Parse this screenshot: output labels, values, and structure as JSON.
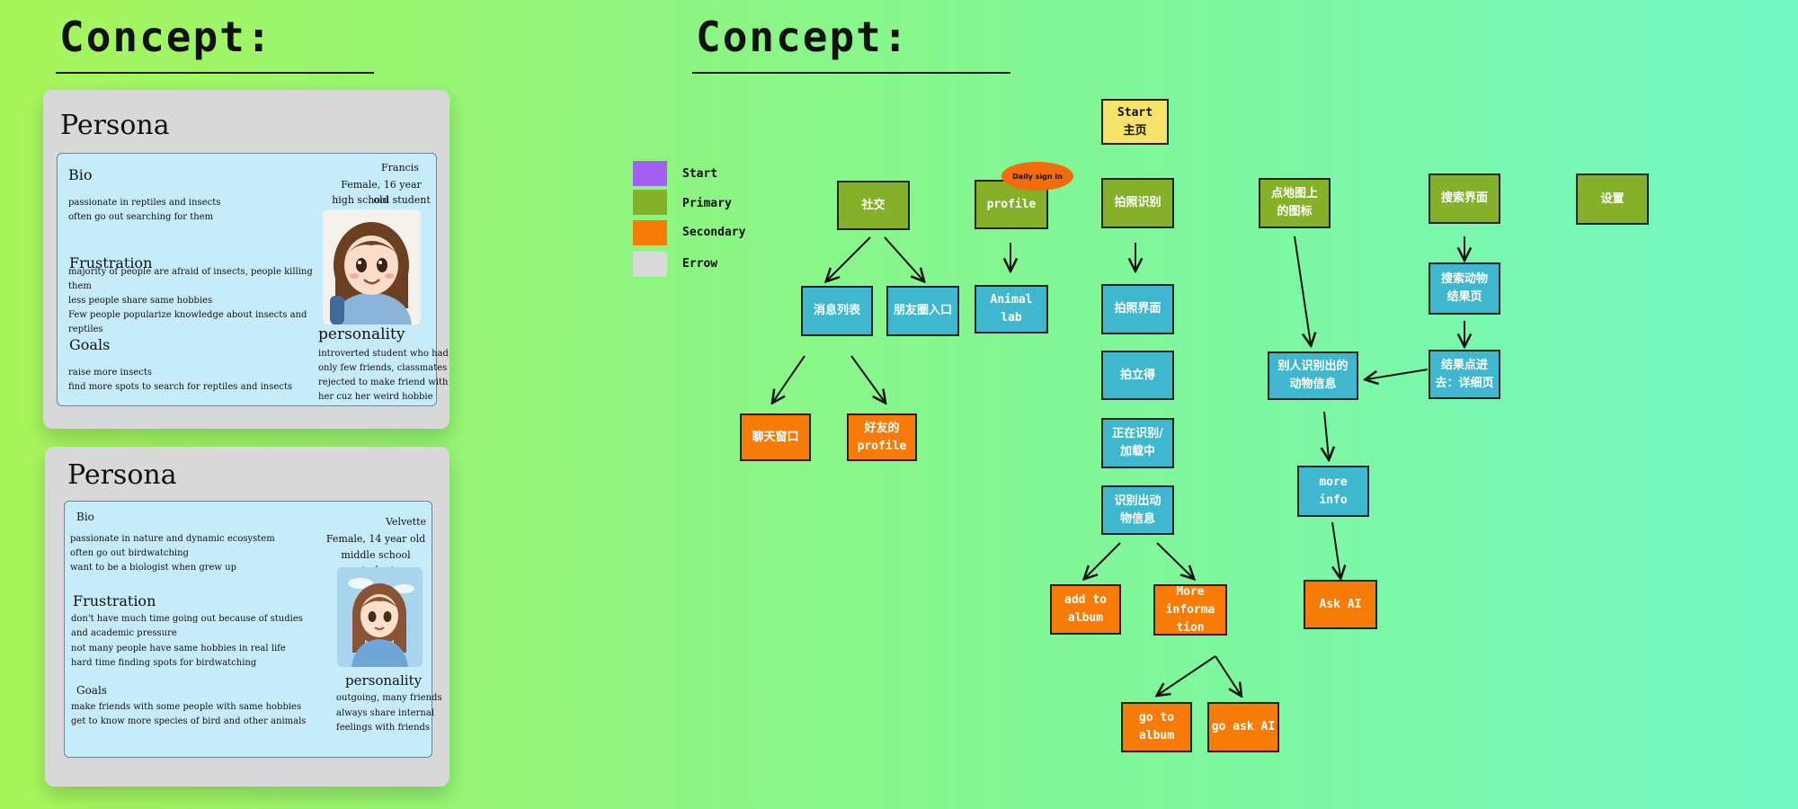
{
  "titles": {
    "left": "Concept:",
    "right": "Concept:"
  },
  "persona1": {
    "heading": "Persona",
    "bio_title": "Bio",
    "bio_lines": [
      "passionate in reptiles and insects",
      "often go out searching for them"
    ],
    "frustration_title": "Frustration",
    "frustration_lines": [
      "majority of people are afraid of insects, people killing",
      "them",
      "less people share same hobbies",
      "Few people popularize knowledge about insects and",
      "reptiles"
    ],
    "goals_title": "Goals",
    "goals_lines": [
      "raise more insects",
      "find more spots to search for reptiles and insects"
    ],
    "name": "Francis",
    "info_lines": [
      "Female, 16 year old",
      "high school student"
    ],
    "personality_title": "personality",
    "personality_lines": [
      "introverted student who had",
      "only few friends, classmates",
      "rejected to make friend with",
      "her cuz her weird hobbie"
    ]
  },
  "persona2": {
    "heading": "Persona",
    "bio_title": "Bio",
    "bio_lines": [
      "passionate in nature and dynamic ecosystem",
      "often go out birdwatching",
      "want to be a biologist when grew up"
    ],
    "frustration_title": "Frustration",
    "frustration_lines": [
      "don't have much time going out because of studies",
      "and academic pressure",
      "not many people have same hobbies in real life",
      "hard time finding spots for birdwatching"
    ],
    "goals_title": "Goals",
    "goals_lines": [
      "make friends with some people with same hobbies",
      "get to know more species of bird and other animals"
    ],
    "name": "Velvette",
    "info_lines": [
      "Female, 14 year old",
      "middle school student"
    ],
    "personality_title": "personality",
    "personality_lines": [
      "outgoing, many friends",
      "always share internal",
      "feelings with friends"
    ]
  },
  "legend": [
    {
      "label": "Start",
      "color": "#a25ff0"
    },
    {
      "label": "Primary",
      "color": "#84b02a"
    },
    {
      "label": "Secondary",
      "color": "#f77b07"
    },
    {
      "label": "Errow",
      "color": "#d9d9d9"
    }
  ],
  "nodes": {
    "start": "Start\n主页",
    "social": "社交",
    "profile": "profile",
    "daily_sign_in": "Daily sign in",
    "photo_recognize": "拍照识别",
    "map_icon": "点地图上\n的图标",
    "search_page": "搜索界面",
    "settings": "设置",
    "message_list": "消息列表",
    "moments_entry": "朋友圈入口",
    "animal_lab": "Animal\nlab",
    "photo_page": "拍照界面",
    "search_results": "搜索动物\n结果页",
    "polaroid": "拍立得",
    "others_info": "别人识别出的\n动物信息",
    "result_detail": "结果点进\n去：详细页",
    "chat_window": "聊天窗口",
    "friend_profile": "好友的\nprofile",
    "recognizing": "正在识别/\n加载中",
    "more_info": "more\ninfo",
    "recognized_info": "识别出动\n物信息",
    "add_album": "add to\nalbum",
    "more_information": "More\ninforma\ntion",
    "ask_ai": "Ask AI",
    "go_album": "go to\nalbum",
    "go_ask_ai": "go ask AI"
  },
  "colors": {
    "primary": "#84b02a",
    "secondary": "#f77b07",
    "screen": "#3fb8cf",
    "start": "#f8e36a"
  }
}
